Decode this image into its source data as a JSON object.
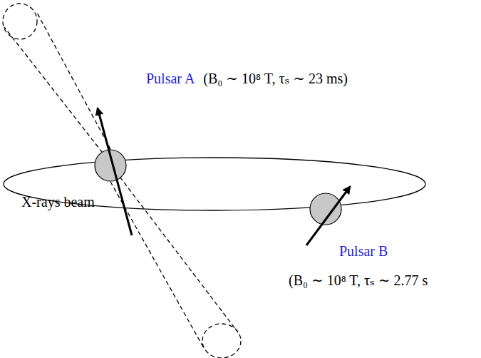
{
  "diagram": {
    "labels": [
      "Pulsar A",
      "(B₀ ∼ 10⁸ T, τₛ ∼ 23 ms)",
      "X-rays beam",
      "Pulsar B",
      "(B₀ ∼ 10⁸ T, τₛ ∼ 2.77 s"
    ]
  }
}
